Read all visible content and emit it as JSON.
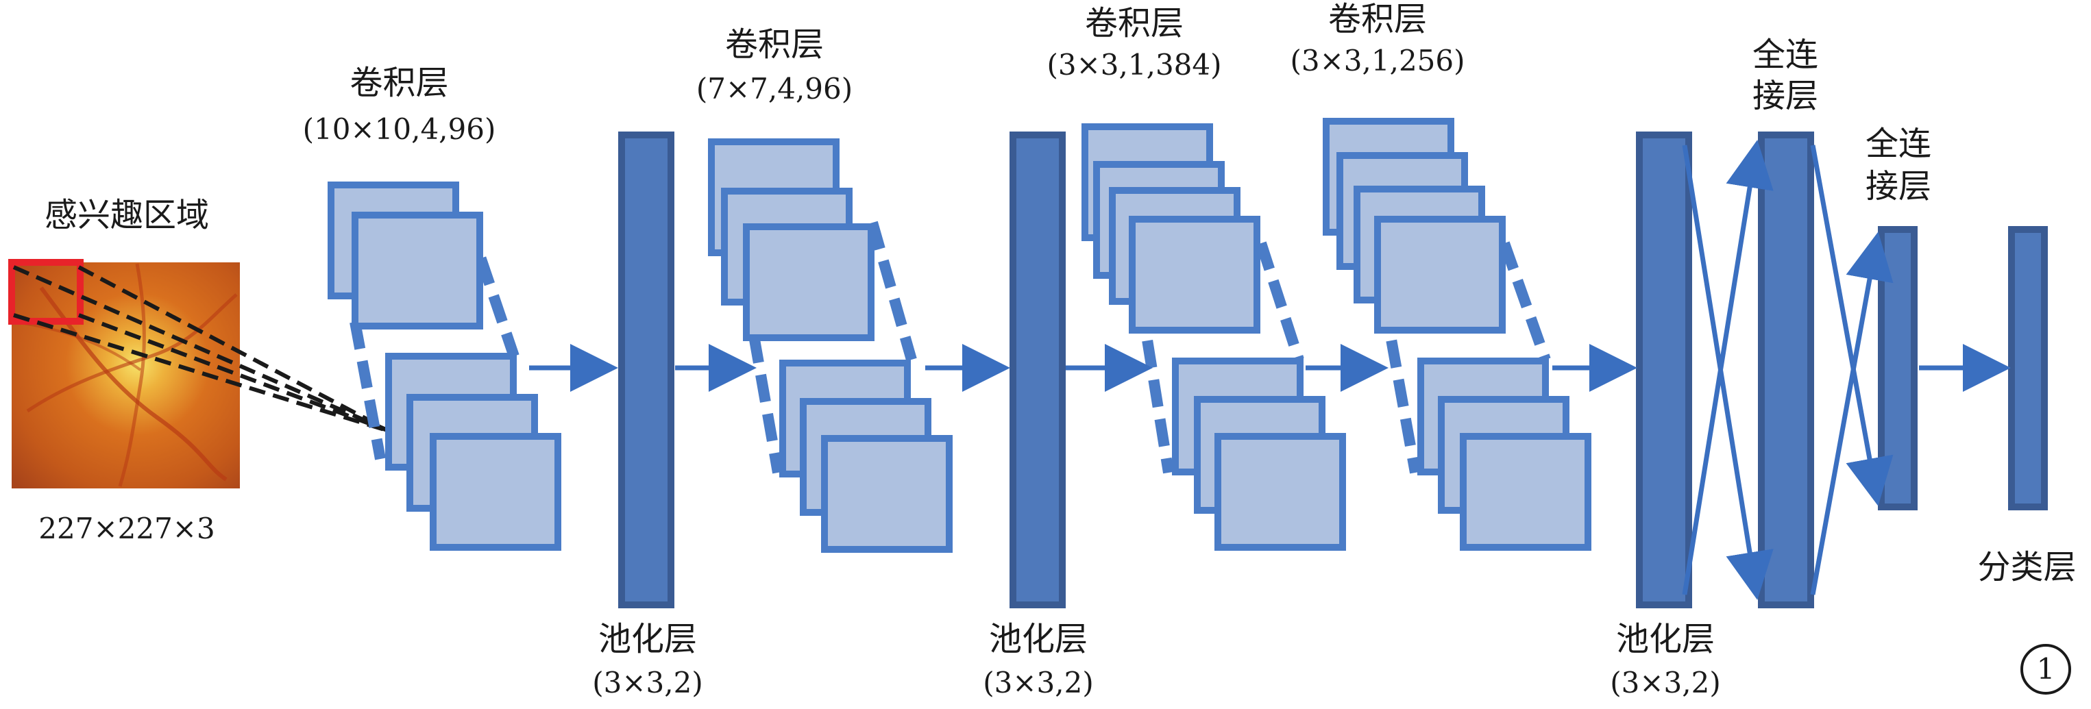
{
  "input": {
    "roi_label": "感兴趣区域",
    "size_label": "227×227×3"
  },
  "layers": {
    "conv1": {
      "name": "卷积层",
      "params": "(10×10,4,96)"
    },
    "pool1": {
      "name": "池化层",
      "params": "(3×3,2)"
    },
    "conv2": {
      "name": "卷积层",
      "params": "(7×7,4,96)"
    },
    "pool2": {
      "name": "池化层",
      "params": "(3×3,2)"
    },
    "conv3": {
      "name": "卷积层",
      "params": "(3×3,1,384)"
    },
    "conv4": {
      "name": "卷积层",
      "params": "(3×3,1,256)"
    },
    "pool3": {
      "name": "池化层",
      "params": "(3×3,2)"
    },
    "fc1": {
      "name_line1": "全连",
      "name_line2": "接层"
    },
    "fc2": {
      "name_line1": "全连",
      "name_line2": "接层"
    },
    "classifier": {
      "name": "分类层"
    }
  },
  "figure_number": "1",
  "colors": {
    "map_fill": "#aec1e0",
    "map_stroke": "#4a7cc7",
    "bar_fill": "#4f79bb",
    "bar_stroke": "#3a5b93",
    "arrow": "#3a6fc0",
    "roi_box": "#e8232a"
  }
}
